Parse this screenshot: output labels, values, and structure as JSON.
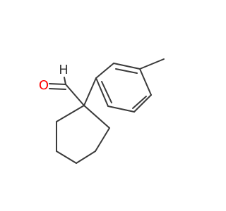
{
  "molecule": {
    "atoms": [
      {
        "id": "O1",
        "label": "O",
        "color": "#ff0000"
      },
      {
        "id": "H1",
        "label": "H",
        "color": "#3a3a3a"
      }
    ],
    "bond_color": "#3a3a3a"
  }
}
